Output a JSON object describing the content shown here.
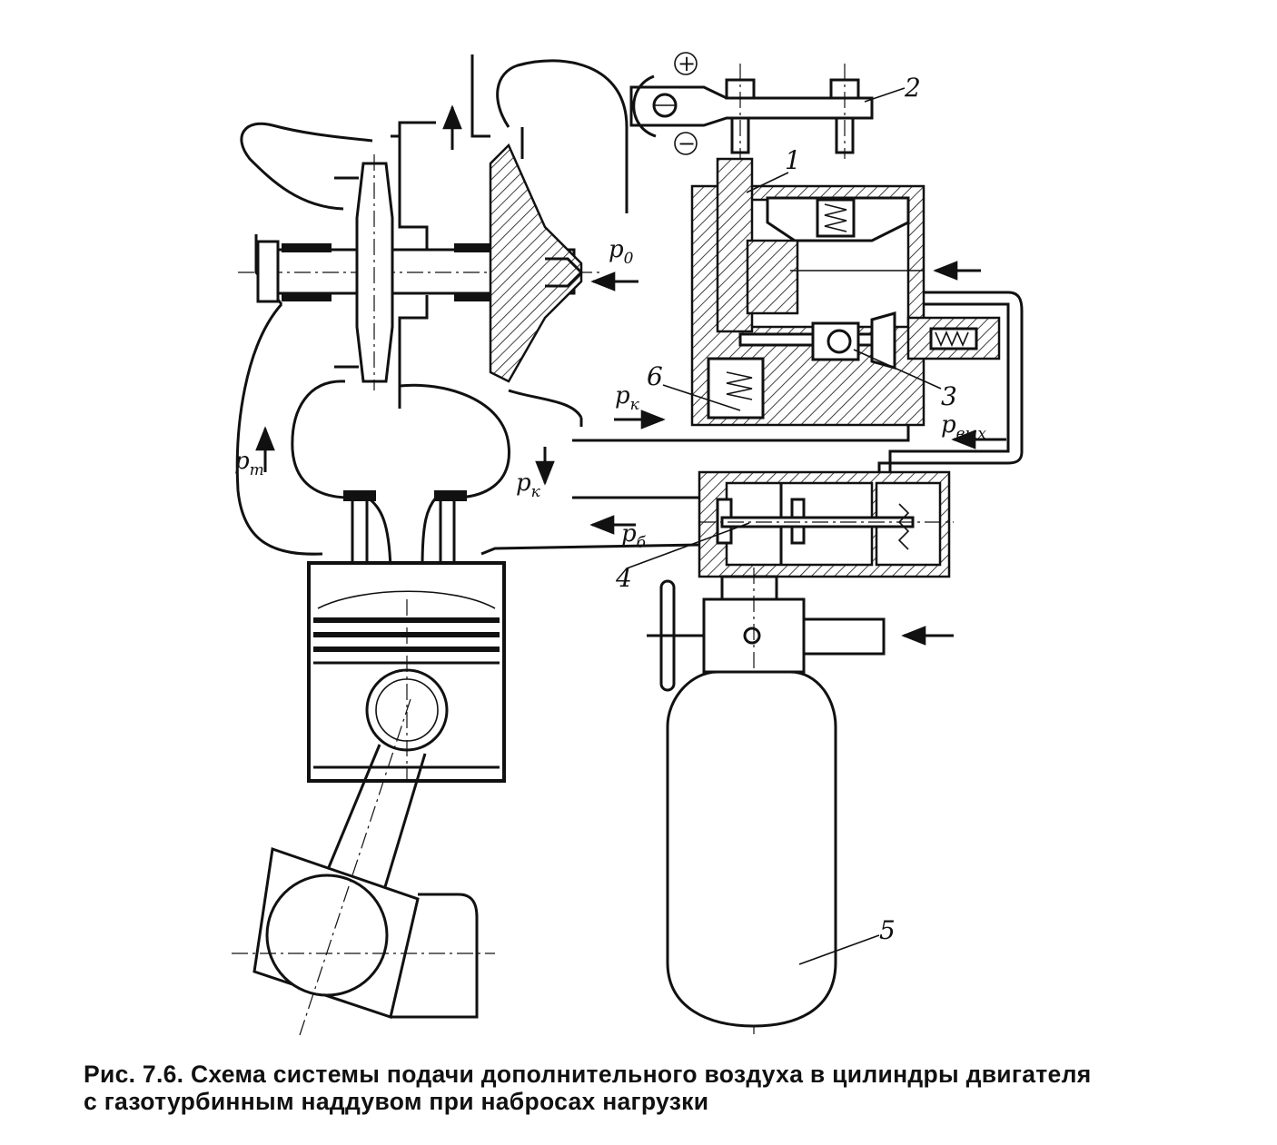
{
  "figure": {
    "caption_line1": "Рис. 7.6. Схема системы подачи дополнительного воздуха в цилиндры двигателя",
    "caption_line2": "с газотурбинным наддувом при набросах нагрузки"
  },
  "labels": {
    "p0": "p",
    "p0_sub": "0",
    "pk_top": "p",
    "pk_top_sub": "к",
    "pk_mid": "p",
    "pk_mid_sub": "к",
    "pt": "p",
    "pt_sub": "т",
    "pb": "p",
    "pb_sub": "б",
    "pvyh": "p",
    "pvyh_sub": "вых",
    "plus": "+",
    "minus": "−"
  },
  "callouts": {
    "n1": "1",
    "n2": "2",
    "n3": "3",
    "n4": "4",
    "n5": "5",
    "n6": "6"
  }
}
